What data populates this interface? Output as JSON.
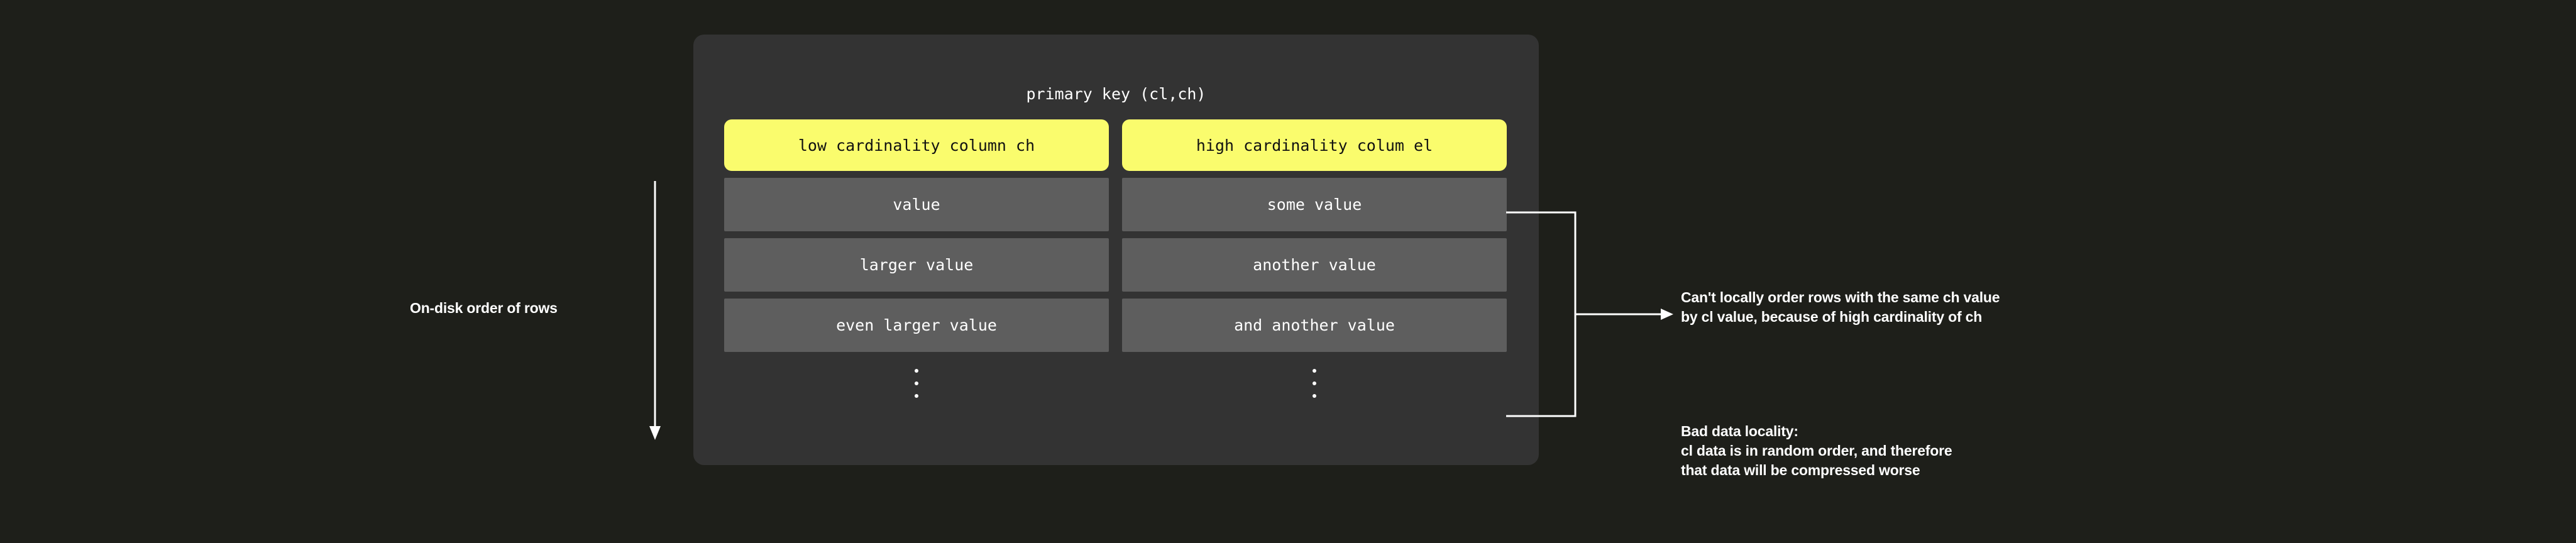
{
  "page": {
    "background_color": "#1e1f1a",
    "card_background_color": "#333333",
    "header_color": "#fafc6d",
    "cell_color": "#5e5e5e",
    "text_color": "#ffffff"
  },
  "left_annotation": {
    "label": "On-disk order of rows",
    "arrow_direction": "down"
  },
  "card": {
    "title": "primary key (cl,ch)",
    "columns": [
      {
        "header": "low cardinality column ch",
        "values": [
          "value",
          "larger value",
          "even larger value"
        ],
        "continuation": "⋮"
      },
      {
        "header": "high cardinality colum el",
        "values": [
          "some value",
          "another value",
          "and another value"
        ],
        "continuation": "⋮"
      }
    ]
  },
  "right_annotations": [
    {
      "id": "ordering-note",
      "lines": [
        "Can't locally order rows with the same ch value",
        "by cl value, because of high cardinality of ch"
      ]
    },
    {
      "id": "locality-note",
      "lines": [
        "Bad data locality:",
        "cl data is in random order, and therefore",
        "that data will be compressed worse"
      ]
    }
  ]
}
